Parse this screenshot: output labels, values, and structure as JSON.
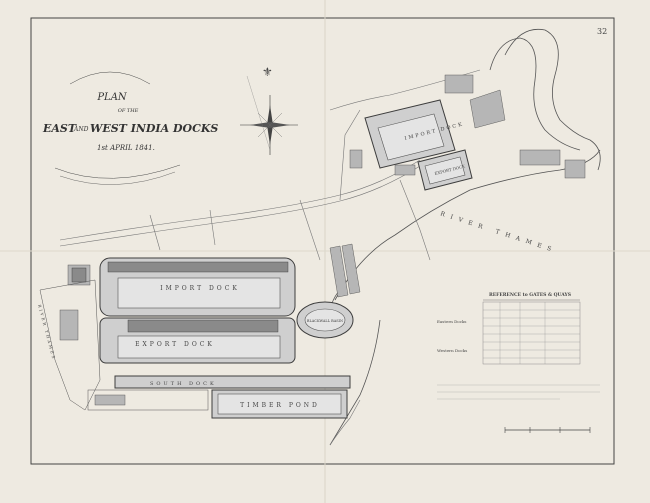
{
  "sheet_number": "32",
  "title": {
    "line1": "PLAN",
    "line2": "OF THE",
    "line3_a": "EAST",
    "line3_b": "AND",
    "line3_c": "WEST INDIA DOCKS",
    "line4": "1st APRIL 1841."
  },
  "labels": {
    "import_dock_west": "IMPORT DOCK",
    "export_dock_west": "EXPORT DOCK",
    "south_dock": "SOUTH DOCK",
    "timber_pond": "TIMBER POND",
    "import_dock_east": "IMPORT DOCK",
    "export_dock_east": "EXPORT DOCK",
    "blackwall_basin": "BLACKWALL BASIN",
    "river_thames": "RIVER THAMES",
    "river_thames_left": "RIVER THAMES"
  },
  "reference": {
    "heading": "REFERENCE to GATES & QUAYS",
    "eastern": "Eastern Docks",
    "western": "Western Docks"
  },
  "colors": {
    "paper": "#eeeae1",
    "ink": "#3d3d3d",
    "water": "#cfcfcf"
  }
}
